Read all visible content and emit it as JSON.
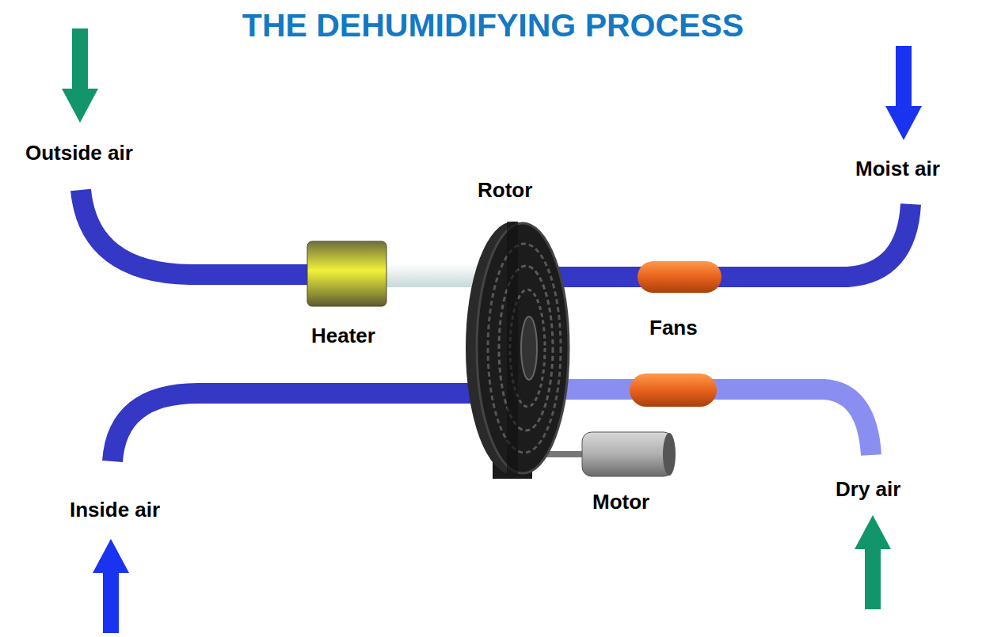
{
  "diagram": {
    "title": "THE DEHUMIDIFYING PROCESS",
    "labels": [
      "Outside air",
      "Moist air",
      "Rotor",
      "Heater",
      "Fans",
      "Inside air",
      "Motor",
      "Dry air"
    ]
  }
}
